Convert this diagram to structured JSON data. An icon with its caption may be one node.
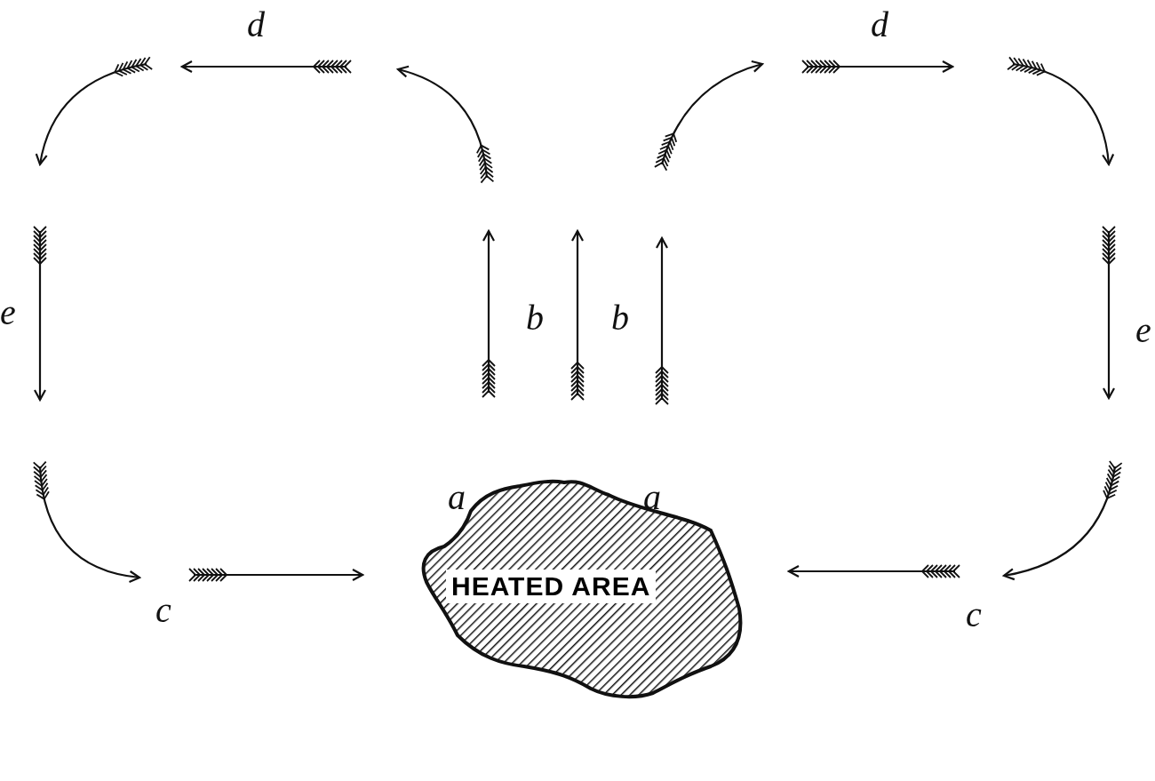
{
  "diagram": {
    "nodes": [
      {
        "text": [
          "HEATED AREA"
        ]
      }
    ],
    "labels": [
      "d",
      "d",
      "e",
      "b",
      "b",
      "e",
      "a",
      "a",
      "c",
      "c"
    ]
  }
}
